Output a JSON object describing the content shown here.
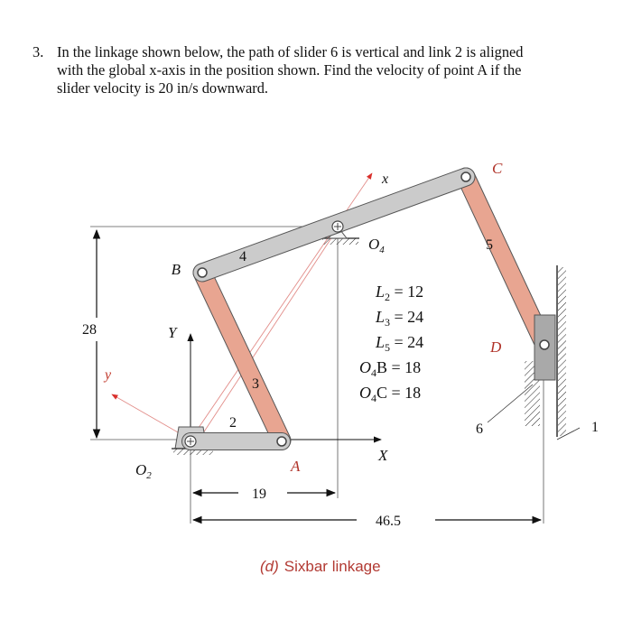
{
  "problem": {
    "number": "3.",
    "lines": [
      "In the linkage shown below, the path of slider 6 is vertical and link 2 is aligned",
      "with the global x-axis in the position shown.  Find the velocity of point A if the",
      "slider velocity is 20 in/s downward."
    ]
  },
  "figure": {
    "points": {
      "B": "B",
      "C": "C",
      "D": "D",
      "A": "A",
      "O2": "O",
      "O2_sub": "2",
      "O4": "O",
      "O4_sub": "4"
    },
    "axes": {
      "x_local": "x",
      "y_local": "y",
      "X_global": "X",
      "Y_global": "Y"
    },
    "links": {
      "l1": "1",
      "l2": "2",
      "l3": "3",
      "l4": "4",
      "l5": "5",
      "l6": "6"
    },
    "dimensions": {
      "height": "28",
      "horizontal_1": "19",
      "horizontal_2": "46.5"
    },
    "parameters": [
      {
        "sym": "L",
        "sub": "2",
        "rest": " = 12"
      },
      {
        "sym": "L",
        "sub": "3",
        "rest": " = 24"
      },
      {
        "sym": "L",
        "sub": "5",
        "rest": " = 24"
      },
      {
        "sym": "O",
        "sub": "4",
        "rest": "B = 18"
      },
      {
        "sym": "O",
        "sub": "4",
        "rest": "C = 18"
      }
    ],
    "caption_letter": "(d)",
    "caption_text": "Sixbar linkage",
    "colors": {
      "ternary_link": "#cbcbcb",
      "binary_link": "#e8a591",
      "outline": "#555555",
      "construction_line": "#e28d89"
    }
  }
}
